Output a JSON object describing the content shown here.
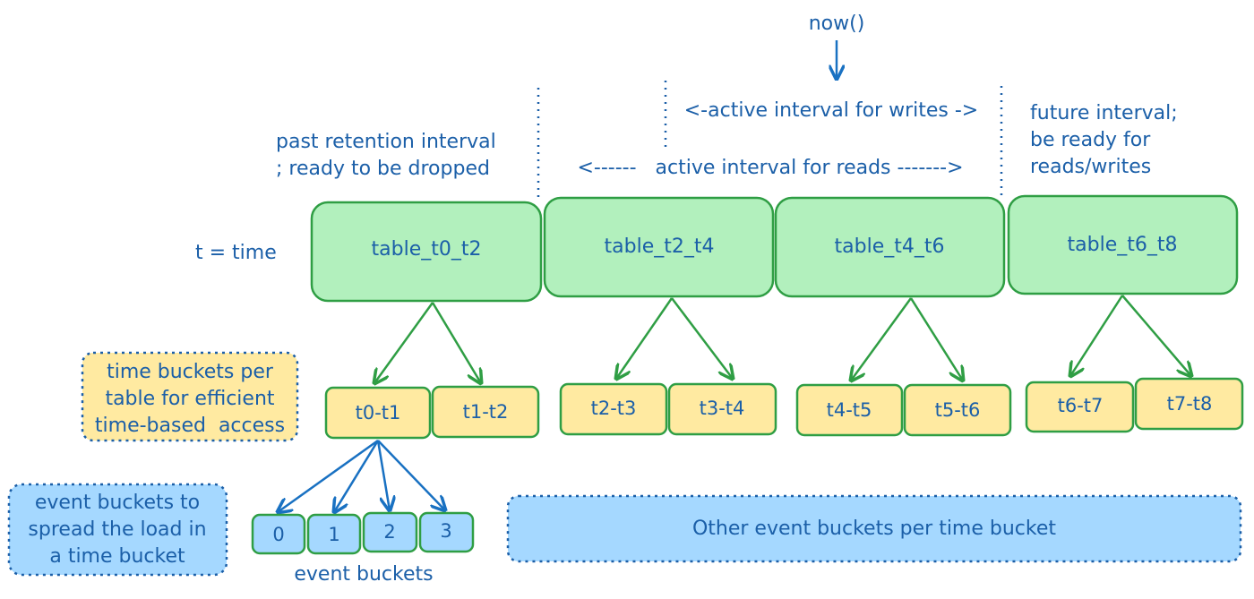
{
  "header": {
    "now_label": "now()",
    "writes_interval": "<-active interval for writes ->",
    "reads_interval": "<------   active interval for reads ------->",
    "past_interval": [
      "past retention interval",
      "; ready to be dropped"
    ],
    "future_interval": [
      "future interval;",
      "be ready for",
      "reads/writes"
    ],
    "time_legend": "t = time"
  },
  "tables": [
    {
      "label": "table_t0_t2",
      "buckets": [
        "t0-t1",
        "t1-t2"
      ]
    },
    {
      "label": "table_t2_t4",
      "buckets": [
        "t2-t3",
        "t3-t4"
      ]
    },
    {
      "label": "table_t4_t6",
      "buckets": [
        "t4-t5",
        "t5-t6"
      ]
    },
    {
      "label": "table_t6_t8",
      "buckets": [
        "t6-t7",
        "t7-t8"
      ]
    }
  ],
  "time_bucket_note": [
    "time buckets per",
    "table for efficient",
    "time-based  access"
  ],
  "event_bucket_note": [
    "event buckets to",
    "spread the load in",
    "a time bucket"
  ],
  "event_buckets": [
    "0",
    "1",
    "2",
    "3"
  ],
  "event_buckets_caption": "event buckets",
  "other_event_buckets": "Other event buckets per time bucket"
}
